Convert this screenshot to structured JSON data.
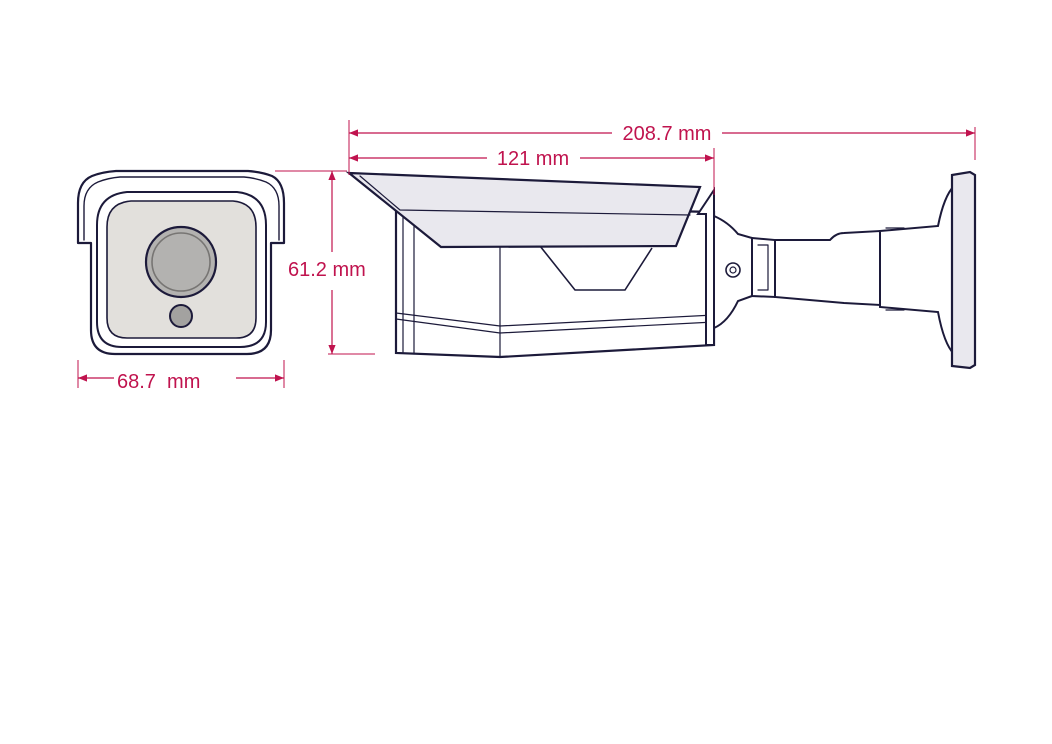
{
  "dimensions": {
    "total_length": "208.7 mm",
    "body_length": "121 mm",
    "height": "61.2 mm",
    "width": "68.7  mm"
  },
  "colors": {
    "dimension": "#c0134e",
    "outline": "#1c1a3a",
    "housing_fill": "#e9e8ee",
    "body_fill": "#ffffff",
    "front_panel_fill": "#e2e0dc",
    "lens_fill": "#b3b2b0",
    "lens_ring": "#777573",
    "ir_fill": "#a3a2a0"
  }
}
